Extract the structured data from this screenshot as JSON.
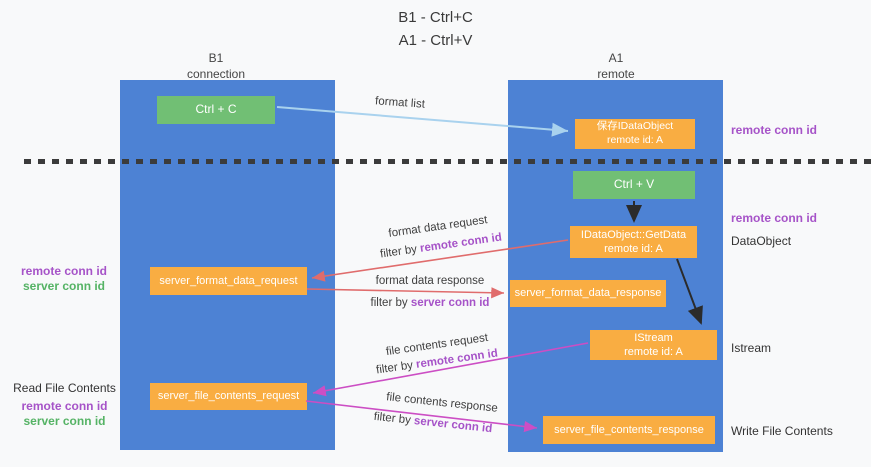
{
  "title": {
    "line1": "B1 - Ctrl+C",
    "line2": "A1 - Ctrl+V"
  },
  "columns": {
    "left": {
      "header_line1": "B1",
      "header_line2": "connection"
    },
    "right": {
      "header_line1": "A1",
      "header_line2": "remote"
    }
  },
  "boxes": {
    "ctrl_c": "Ctrl + C",
    "ctrl_v": "Ctrl + V",
    "save_idataobject": {
      "line1": "保存IDataObject",
      "line2": "remote id: A"
    },
    "getdata": {
      "line1": "IDataObject::GetData",
      "line2": "remote id: A"
    },
    "istream": {
      "line1": "IStream",
      "line2": "remote id: A"
    },
    "server_format_data_request": "server_format_data_request",
    "server_format_data_response": "server_format_data_response",
    "server_file_contents_request": "server_file_contents_request",
    "server_file_contents_response": "server_file_contents_response"
  },
  "arrow_labels": {
    "format_list": "format list",
    "format_data_request": "format data request",
    "format_data_response": "format data response",
    "file_contents_request": "file contents request",
    "file_contents_response": "file contents response",
    "filter_by": "filter by",
    "remote_conn_id": "remote conn id",
    "server_conn_id": "server conn id"
  },
  "side_labels": {
    "right_top_remote_conn_id": "remote conn id",
    "right_mid_remote_conn_id": "remote conn id",
    "dataobject": "DataObject",
    "istream": "Istream",
    "write_file_contents": "Write File Contents",
    "read_file_contents": "Read File Contents",
    "left_remote_conn_id": "remote conn id",
    "left_server_conn_id": "server conn id"
  },
  "colors": {
    "background": "#f8f9fa",
    "lifeline_blue": "#4d82d4",
    "box_green": "#71bf74",
    "box_orange": "#f9ad42",
    "arrow_lightblue": "#a9d2ee",
    "arrow_salmon": "#e06c6c",
    "arrow_magenta": "#cc4ec4",
    "arrow_black": "#2b2b2b",
    "label_purple": "#a653c8",
    "label_green": "#55b365",
    "dash_line": "#3b3b3b"
  }
}
